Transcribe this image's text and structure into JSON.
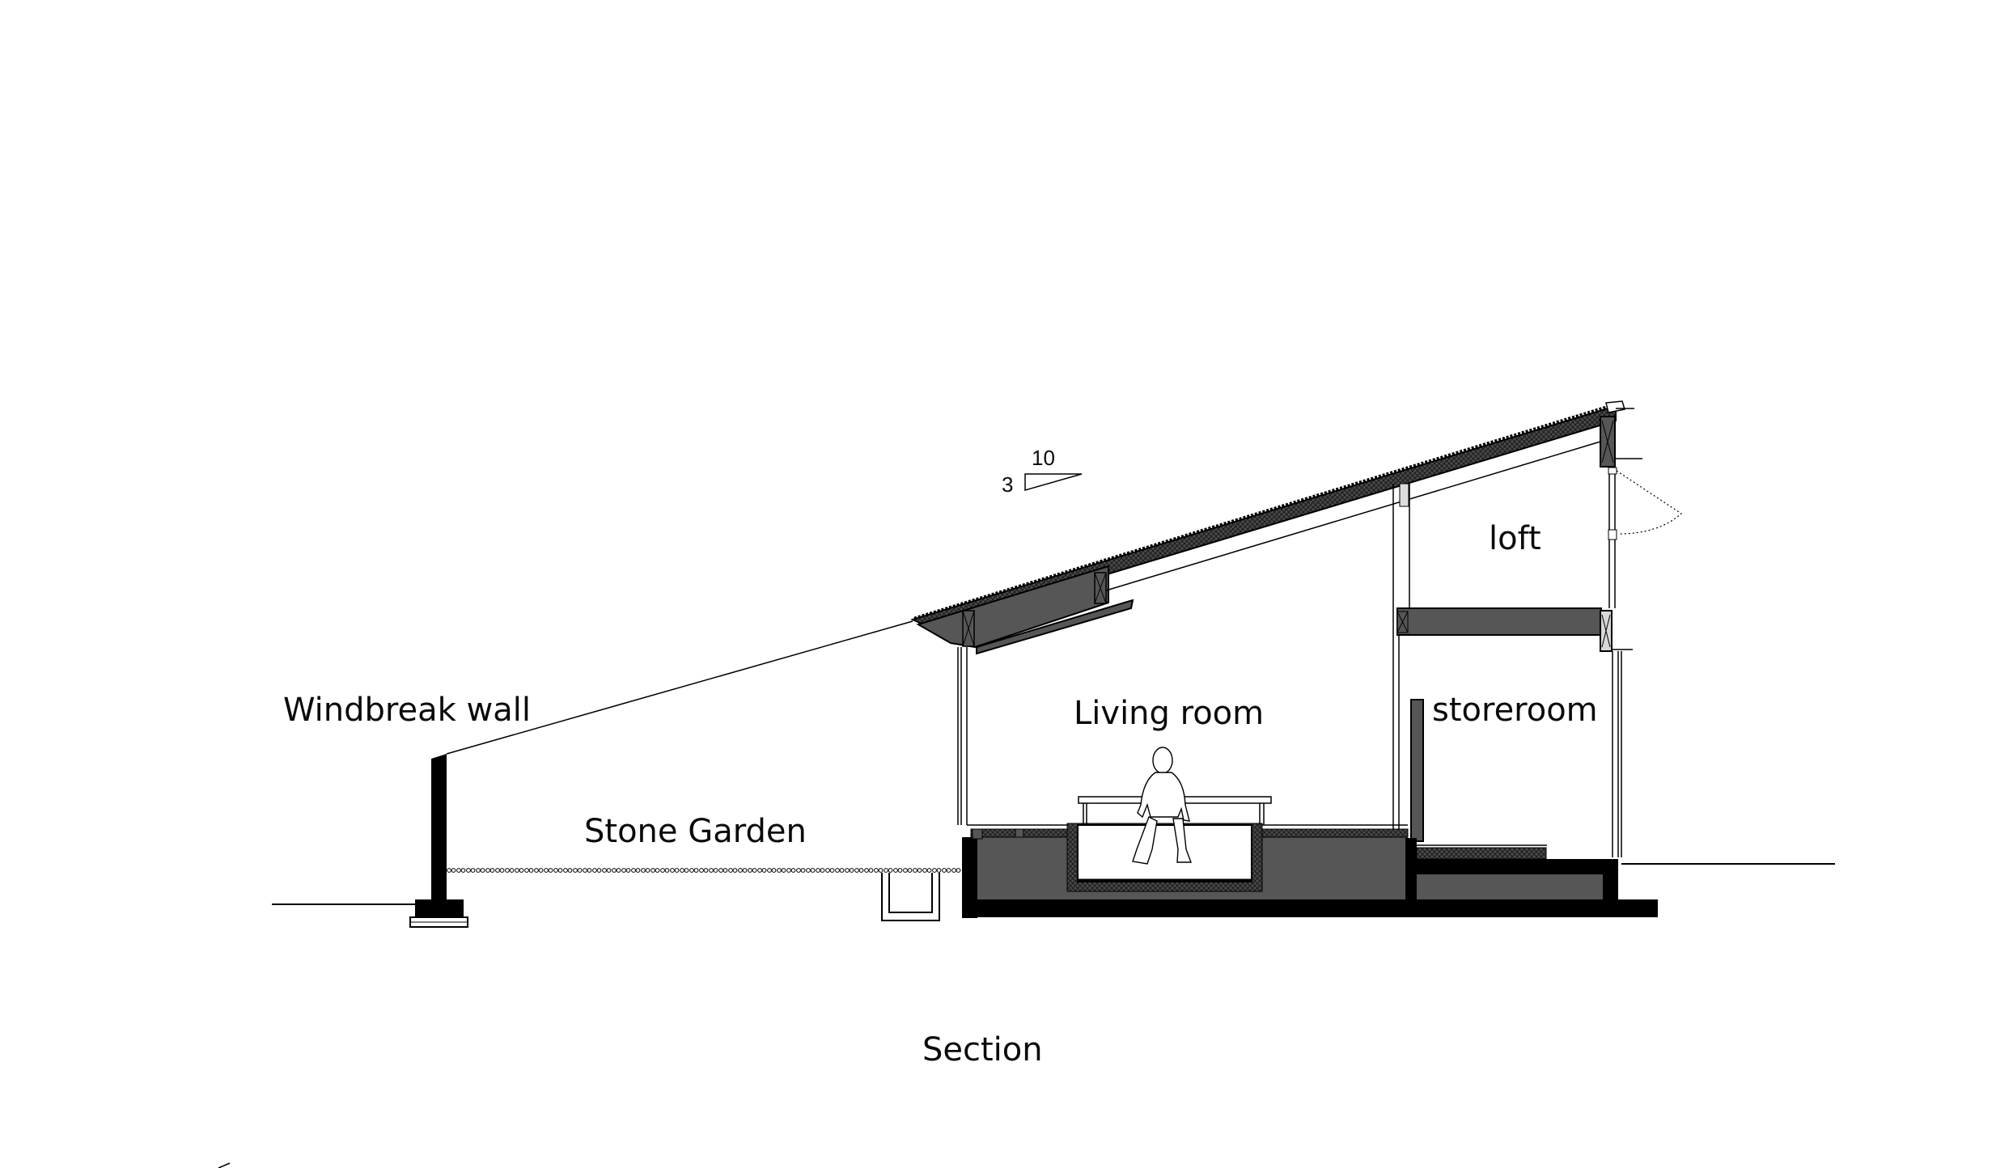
{
  "drawing": {
    "title": "Section",
    "labels": {
      "windbreak_wall": "Windbreak wall",
      "stone_garden": "Stone Garden",
      "living_room": "Living room",
      "loft": "loft",
      "storeroom": "storeroom"
    },
    "slope_indicator": {
      "run": "10",
      "rise": "3"
    },
    "colors": {
      "background": "#ffffff",
      "line": "#000000",
      "solid_fill": "#000000",
      "section_fill": "#565656",
      "hatch_fill": "#3c3c3c",
      "light_fill": "#d8d8d8"
    }
  }
}
